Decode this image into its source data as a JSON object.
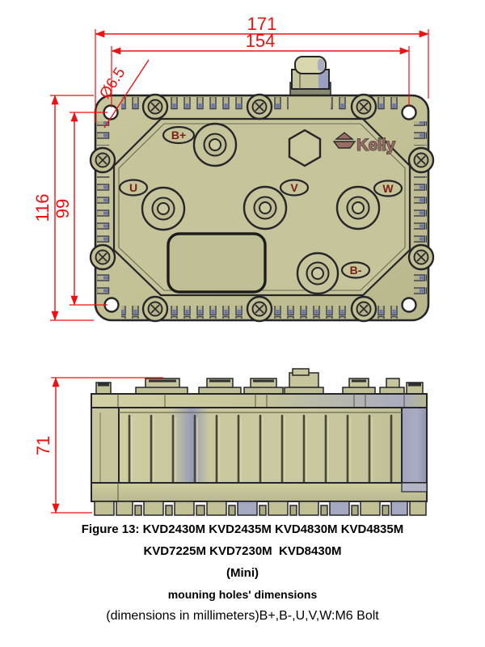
{
  "top_view": {
    "dimensions": {
      "outer_width_mm": "171",
      "mount_hole_span_width_mm": "154",
      "mount_hole_diameter": "Ø6.5",
      "outer_height_mm": "116",
      "mount_hole_span_height_mm": "99"
    },
    "terminals": {
      "b_plus": "B+",
      "phase_u": "U",
      "phase_v": "V",
      "phase_w": "W",
      "b_minus": "B-"
    },
    "brand": "Kelly"
  },
  "side_view": {
    "dimensions": {
      "height_mm": "71"
    }
  },
  "caption": {
    "lines": [
      "Figure 13: KVD2430M KVD2435M KVD4830M KVD4835M",
      "KVD7225M KVD7230M  KVD8430M",
      "(Mini)",
      "mouning holes' dimensions",
      "(dimensions in millimeters)B+,B-,U,V,W:M6 Bolt"
    ]
  },
  "colors": {
    "enclosure_body": "#c2c196",
    "accent_blue": "#9aa0bf",
    "dimension_red": "#ee1111",
    "terminal_label_maroon": "#7c1f16",
    "caption_text": "#000000"
  }
}
